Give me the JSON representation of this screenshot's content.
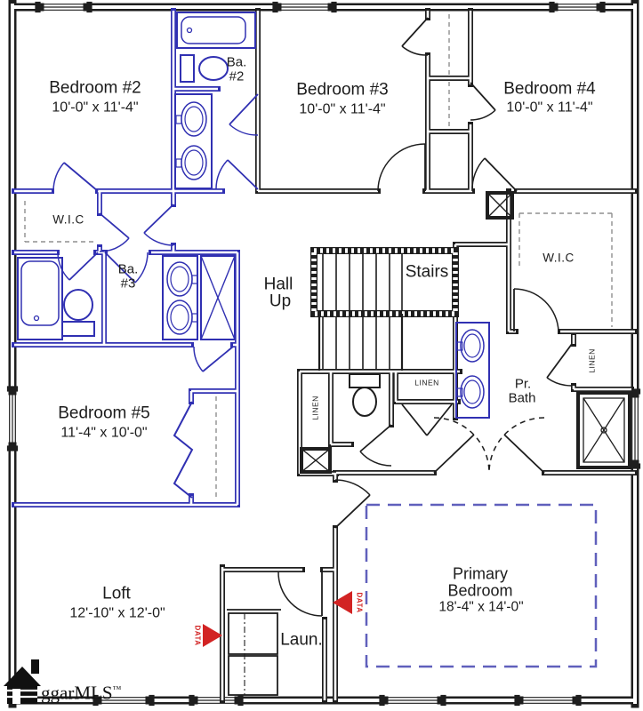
{
  "plan": {
    "rooms": {
      "bedroom2": {
        "name": "Bedroom #2",
        "dims": "10'-0\" x 11'-4\""
      },
      "bedroom3": {
        "name": "Bedroom #3",
        "dims": "10'-0\" x 11'-4\""
      },
      "bedroom4": {
        "name": "Bedroom #4",
        "dims": "10'-0\" x 11'-4\""
      },
      "bedroom5": {
        "name": "Bedroom #5",
        "dims": "11'-4\" x 10'-0\""
      },
      "primary_bedroom": {
        "line1": "Primary",
        "line2": "Bedroom",
        "dims": "18'-4\" x 14'-0\""
      },
      "loft": {
        "name": "Loft",
        "dims": "12'-10\" x 12'-0\""
      },
      "laundry": {
        "name": "Laun."
      },
      "hall": {
        "line1": "Hall",
        "line2": "Up"
      },
      "stairs": {
        "name": "Stairs"
      },
      "bath2": {
        "line1": "Ba.",
        "line2": "#2"
      },
      "bath3": {
        "line1": "Ba.",
        "line2": "#3"
      },
      "primary_bath": {
        "line1": "Pr.",
        "line2": "Bath"
      },
      "wic_left": {
        "name": "W.I.C"
      },
      "wic_right": {
        "name": "W.I.C"
      },
      "linen_hall_left": {
        "name": "LINEN"
      },
      "linen_hall": {
        "name": "LINEN"
      },
      "linen_primary": {
        "name": "LINEN"
      }
    },
    "markers": {
      "data_left": "DATA",
      "data_right": "DATA"
    },
    "logo": {
      "text": "ggarMLS",
      "trademark": "™"
    },
    "colors": {
      "wall": "#1e1e1e",
      "plumbing_blue": "#3030b2",
      "dashed_blue": "#6060bc",
      "data_red": "#d22323",
      "background": "#ffffff",
      "text": "#1c1c1c"
    }
  }
}
